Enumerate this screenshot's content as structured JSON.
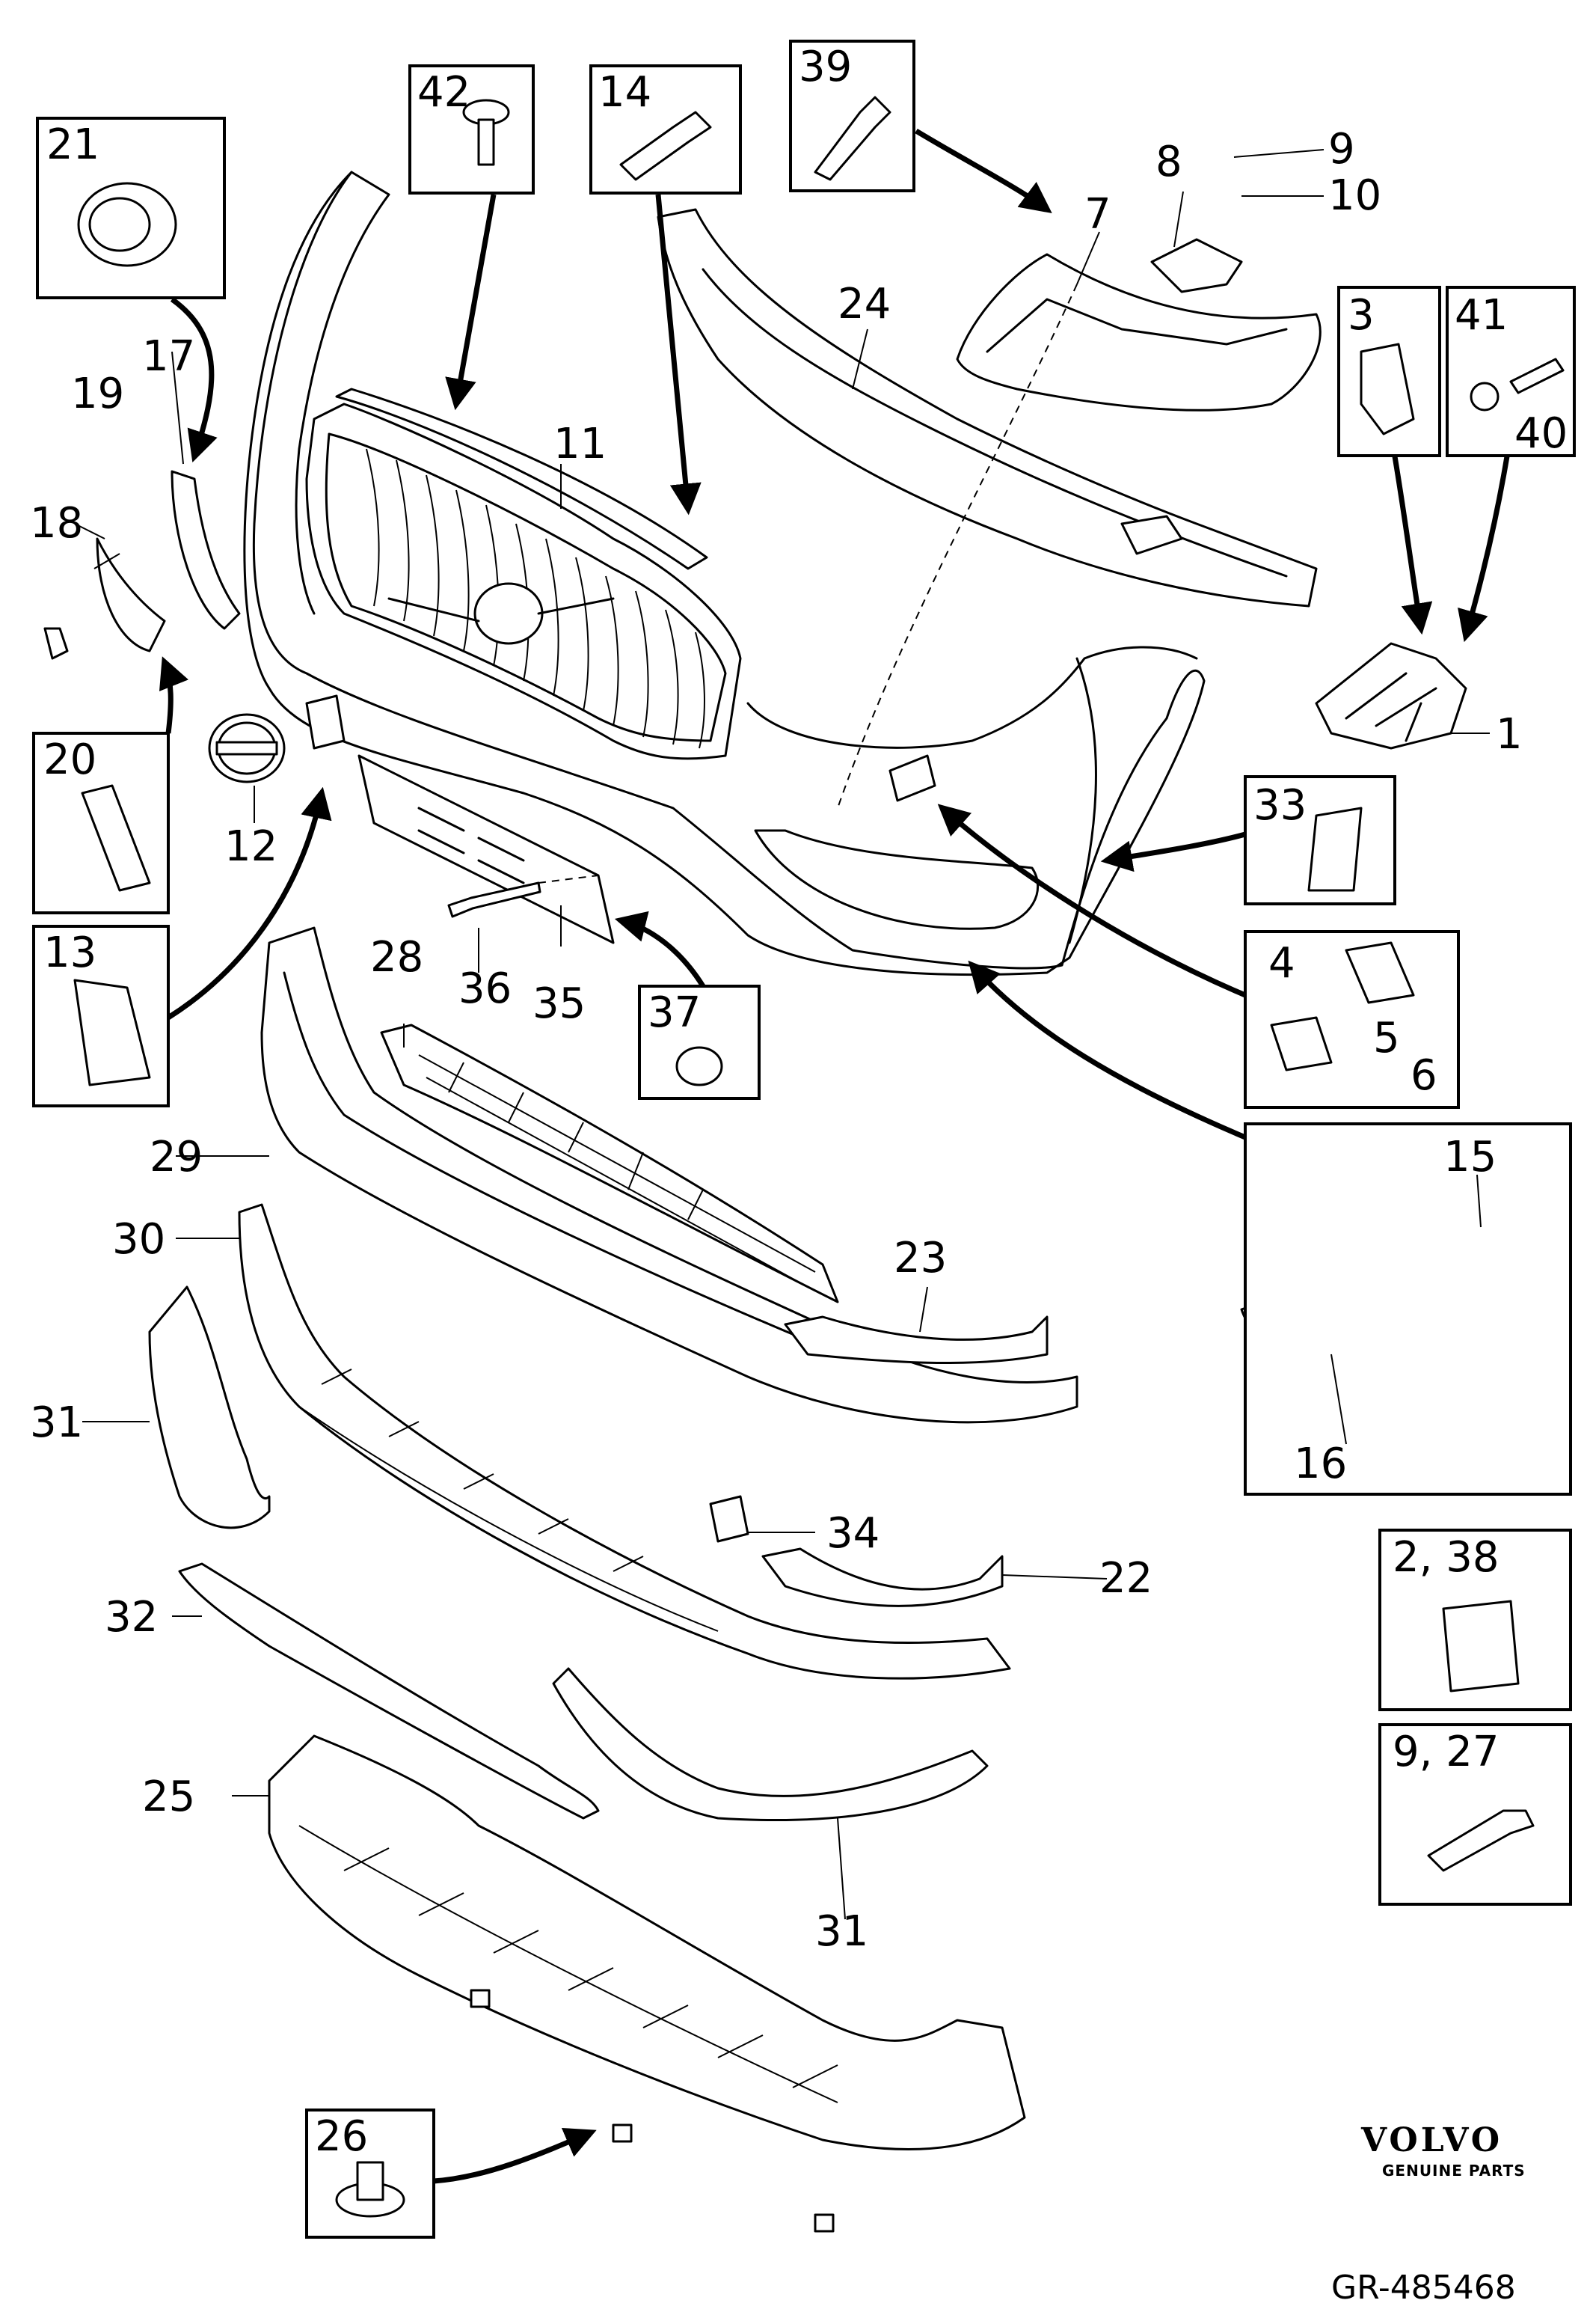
{
  "diagram": {
    "brand": "VOLVO",
    "brand_sub": "GENUINE PARTS",
    "reference": "GR-485468",
    "callouts": [
      "1",
      "7",
      "8",
      "9",
      "10",
      "11",
      "12",
      "15",
      "16",
      "17",
      "18",
      "19",
      "22",
      "23",
      "24",
      "25",
      "28",
      "29",
      "30",
      "31",
      "31",
      "32",
      "34",
      "35",
      "36"
    ],
    "boxes": [
      {
        "label": "21"
      },
      {
        "label": "42"
      },
      {
        "label": "14"
      },
      {
        "label": "39"
      },
      {
        "label": "3"
      },
      {
        "label": "41"
      },
      {
        "label": "40"
      },
      {
        "label": "20"
      },
      {
        "label": "13"
      },
      {
        "label": "37"
      },
      {
        "label": "33"
      },
      {
        "label": "4"
      },
      {
        "label": "5"
      },
      {
        "label": "6"
      },
      {
        "label": "26"
      },
      {
        "label": "2, 38"
      },
      {
        "label": "9, 27"
      }
    ]
  },
  "colors": {
    "line": "#000000",
    "background": "#ffffff"
  }
}
